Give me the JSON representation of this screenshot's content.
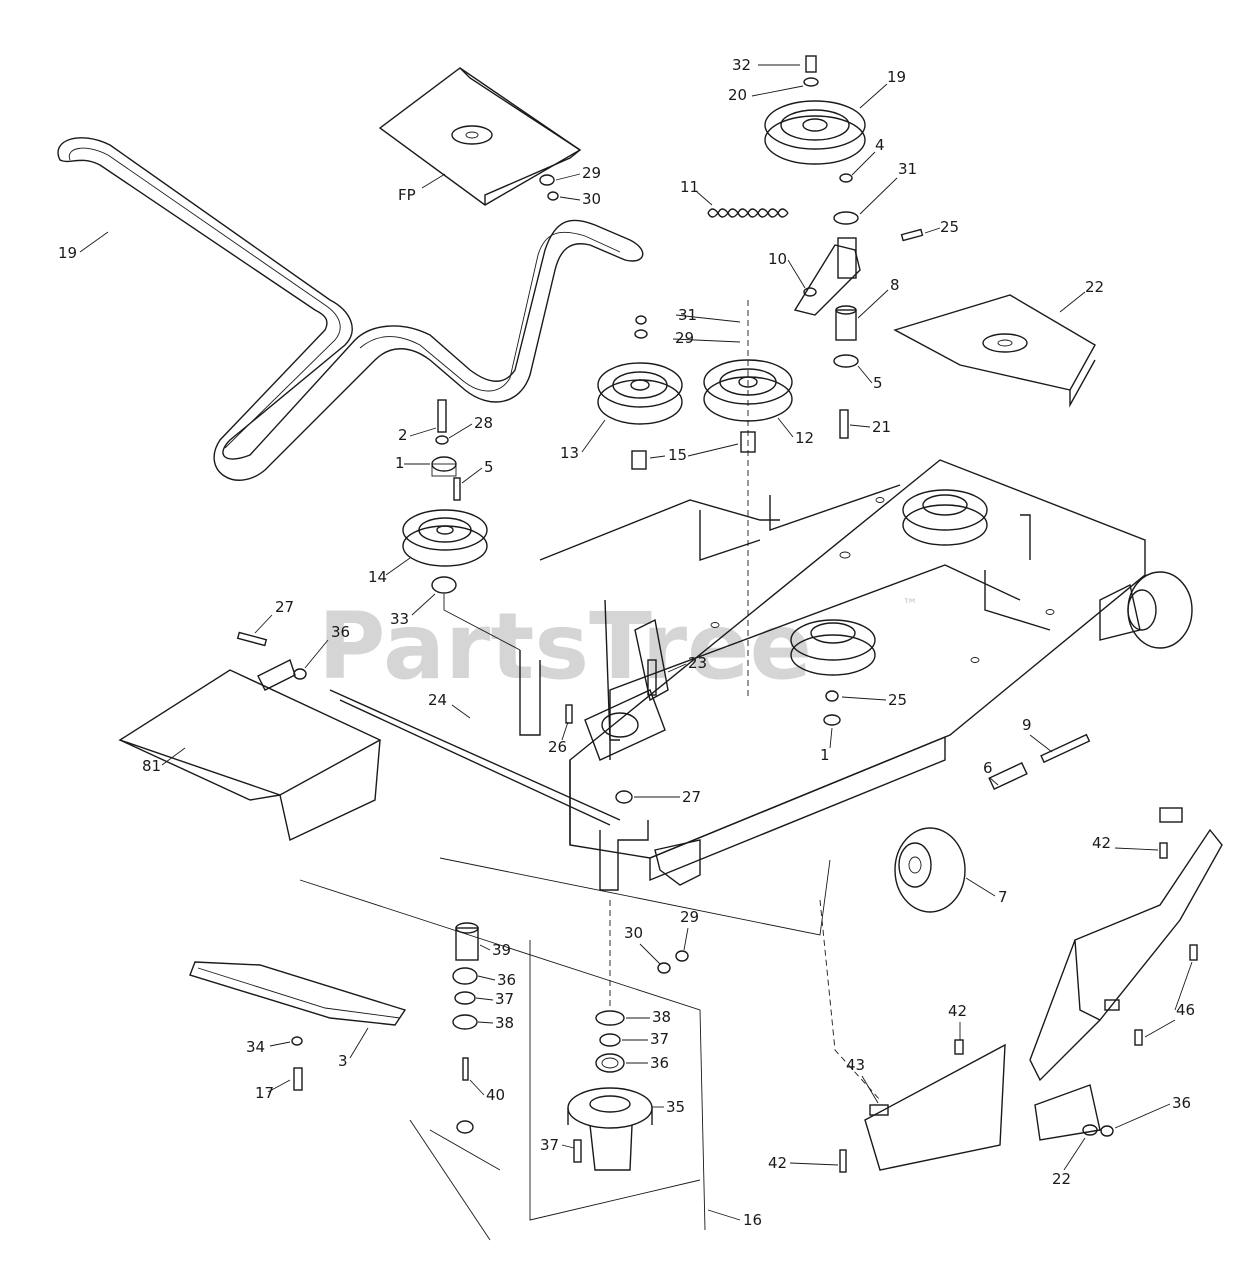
{
  "watermark": {
    "text": "PartsTree",
    "trademark": "™"
  },
  "callouts": {
    "c32": "32",
    "c20": "20",
    "c19_top": "19",
    "c4": "4",
    "c31_top": "31",
    "c11": "11",
    "c25": "25",
    "c10": "10",
    "c8": "8",
    "c22_top": "22",
    "c5_right": "5",
    "c21_right": "21",
    "c29_top": "29",
    "c30_top": "30",
    "cfp": "FP",
    "c19": "19",
    "c31_mid": "31",
    "c29_mid": "29",
    "c12": "12",
    "c13": "13",
    "c15": "15",
    "c2": "2",
    "c28": "28",
    "c1_left": "1",
    "c5_left": "5",
    "c14": "14",
    "c33": "33",
    "c27": "27",
    "c36_left": "36",
    "c81": "81",
    "c24": "24",
    "c23": "23",
    "c26": "26",
    "c25_mid": "25",
    "c1_mid": "1",
    "c9": "9",
    "c6": "6",
    "c27_front": "27",
    "c7": "7",
    "c42_top": "42",
    "c46": "46",
    "c29_bot": "29",
    "c30_bot": "30",
    "c39": "39",
    "c36_stack": "36",
    "c37_stack": "37",
    "c38_stack": "38",
    "c40": "40",
    "c34": "34",
    "c17": "17",
    "c3": "3",
    "c38_spindle": "38",
    "c37_spindle": "37",
    "c36_spindle": "36",
    "c35": "35",
    "c37_bolt": "37",
    "c42_mid": "42",
    "c43": "43",
    "c42_bot": "42",
    "c22_bot": "22",
    "c36_right": "36",
    "c16": "16"
  }
}
